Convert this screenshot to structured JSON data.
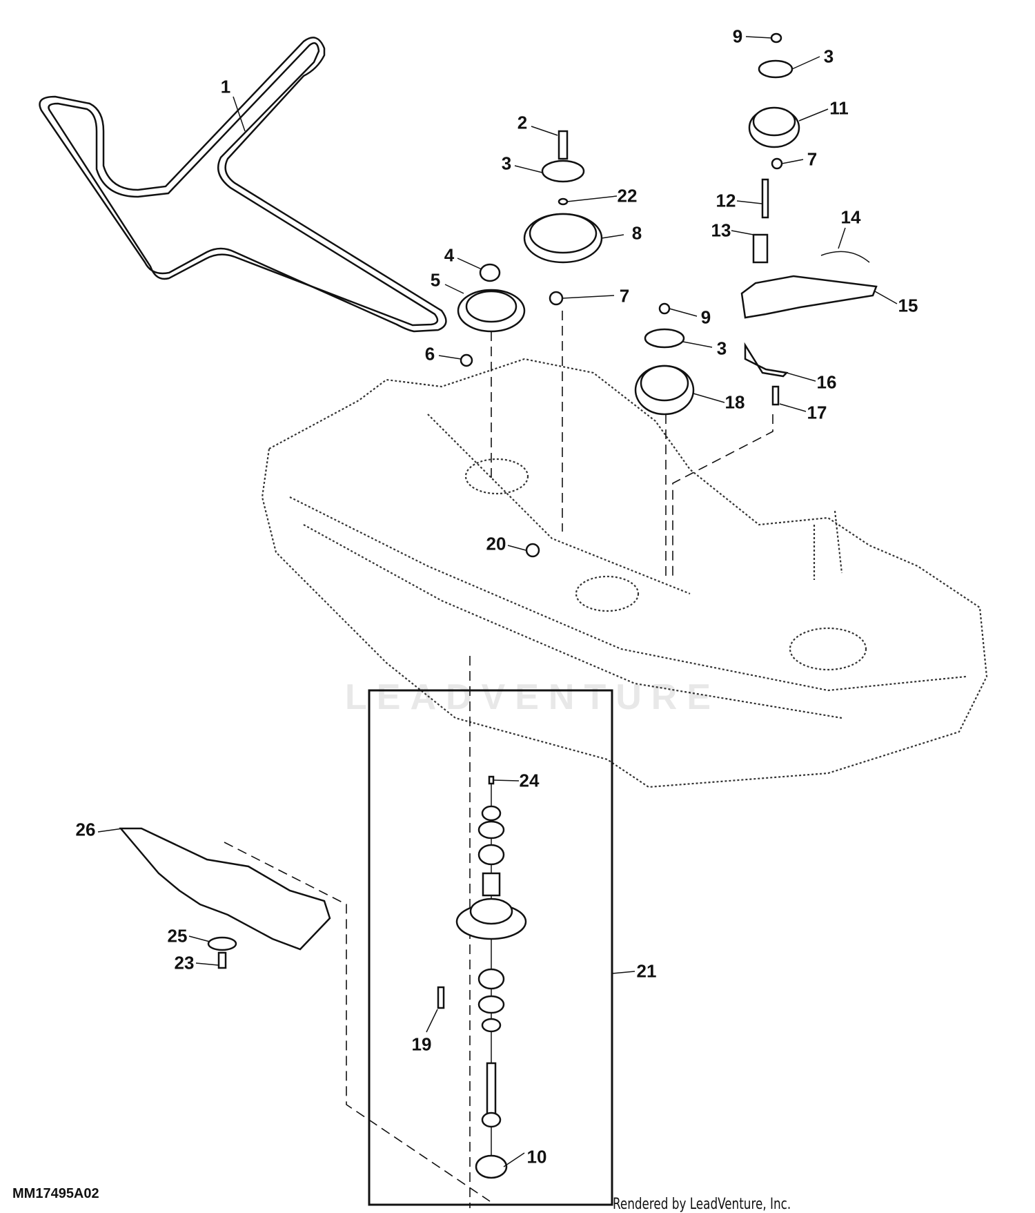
{
  "figure_id": "MM17495A02",
  "credit": "Rendered by LeadVenture, Inc.",
  "watermark": "LEADVENTURE",
  "callouts": [
    {
      "label": "1",
      "part": "belt"
    },
    {
      "label": "2",
      "part": "bolt"
    },
    {
      "label": "3",
      "part": "washer"
    },
    {
      "label": "22",
      "part": "nut"
    },
    {
      "label": "8",
      "part": "drive-pulley"
    },
    {
      "label": "4",
      "part": "nut"
    },
    {
      "label": "5",
      "part": "pulley"
    },
    {
      "label": "7",
      "part": "bushing"
    },
    {
      "label": "6",
      "part": "nut"
    },
    {
      "label": "9",
      "part": "nut"
    },
    {
      "label": "3",
      "part": "washer"
    },
    {
      "label": "11",
      "part": "idler-pulley"
    },
    {
      "label": "7",
      "part": "bushing"
    },
    {
      "label": "12",
      "part": "bolt"
    },
    {
      "label": "13",
      "part": "spacer"
    },
    {
      "label": "14",
      "part": "spring"
    },
    {
      "label": "15",
      "part": "idler-arm"
    },
    {
      "label": "9",
      "part": "nut"
    },
    {
      "label": "3",
      "part": "washer"
    },
    {
      "label": "16",
      "part": "bracket"
    },
    {
      "label": "18",
      "part": "idler-pulley"
    },
    {
      "label": "17",
      "part": "bolt"
    },
    {
      "label": "20",
      "part": "nut"
    },
    {
      "label": "24",
      "part": "grease-fitting"
    },
    {
      "label": "21",
      "part": "spindle-assembly"
    },
    {
      "label": "26",
      "part": "blade"
    },
    {
      "label": "25",
      "part": "washer"
    },
    {
      "label": "23",
      "part": "bolt"
    },
    {
      "label": "19",
      "part": "screw"
    },
    {
      "label": "10",
      "part": "cap"
    }
  ]
}
